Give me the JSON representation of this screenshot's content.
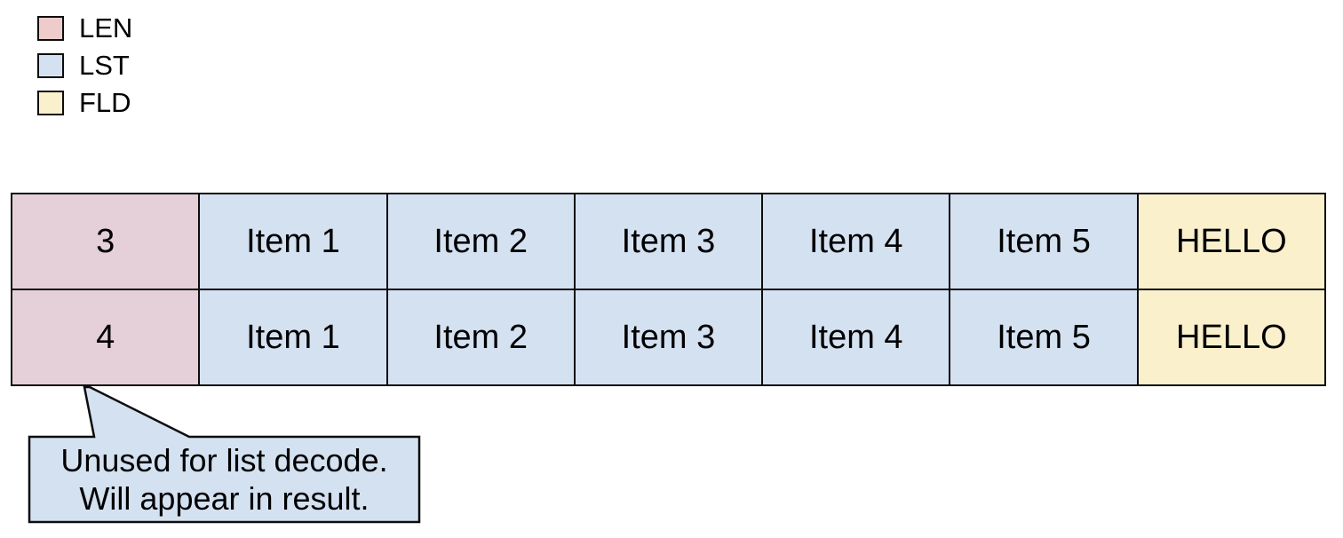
{
  "legend": {
    "items": [
      {
        "label": "LEN",
        "color": "#efcccc"
      },
      {
        "label": "LST",
        "color": "#d4e1f1"
      },
      {
        "label": "FLD",
        "color": "#faf0cc"
      }
    ]
  },
  "table": {
    "colors": {
      "len": "#e5d0da",
      "lst": "#d4e1f1",
      "fld": "#faf0cc",
      "border": "#0d0d0d"
    },
    "rows": [
      {
        "len": "3",
        "items": [
          "Item 1",
          "Item 2",
          "Item 3",
          "Item 4",
          "Item 5"
        ],
        "field": "HELLO"
      },
      {
        "len": "4",
        "items": [
          "Item 1",
          "Item 2",
          "Item 3",
          "Item 4",
          "Item 5"
        ],
        "field": "HELLO"
      }
    ]
  },
  "callout": {
    "lines": [
      "Unused for list decode.",
      "Will appear in result."
    ],
    "fill": "#d4e1f1",
    "stroke": "#0d0d0d"
  }
}
